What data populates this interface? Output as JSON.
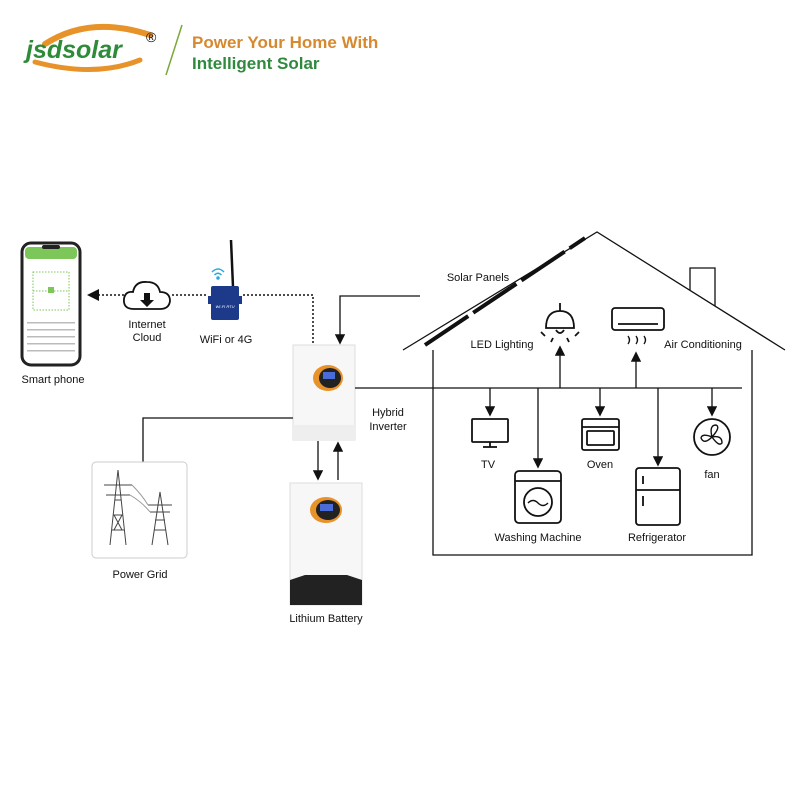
{
  "header": {
    "logo_text": "jsdsolar",
    "registered_mark": "®",
    "tagline_line1": "Power Your Home With",
    "tagline_line2": "Intelligent Solar"
  },
  "colors": {
    "orange": "#e8922a",
    "green": "#2e8b3a",
    "tagline_orange": "#d6892e",
    "tagline_green": "#2f8a3e"
  },
  "nodes": {
    "smart_phone": "Smart phone",
    "internet_cloud_line1": "Internet",
    "internet_cloud_line2": "Cloud",
    "wifi": "WiFi or 4G",
    "wifi_device_text": "WI-FI RTU",
    "solar_panels": "Solar Panels",
    "hybrid_inverter_line1": "Hybrid",
    "hybrid_inverter_line2": "Inverter",
    "power_grid": "Power Grid",
    "lithium_battery": "Lithium Battery"
  },
  "appliances": {
    "led": "LED Lighting",
    "ac": "Air Conditioning",
    "tv": "TV",
    "washing": "Washing Machine",
    "oven": "Oven",
    "fridge": "Refrigerator",
    "fan": "fan"
  }
}
